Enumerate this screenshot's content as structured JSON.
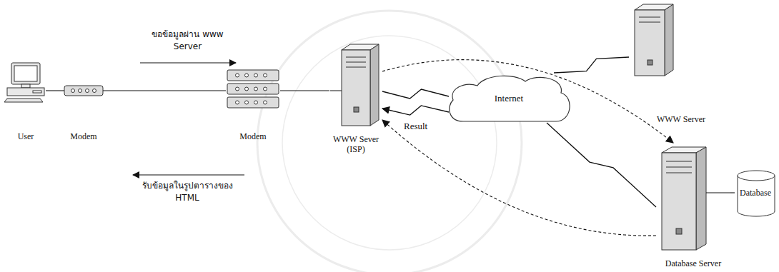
{
  "diagram": {
    "nodes": [
      {
        "text": [
          "User"
        ]
      },
      {
        "text": [
          "Modem"
        ]
      },
      {
        "text": [
          "Modem"
        ]
      },
      {
        "text": [
          "WWW Sever (ISP)"
        ]
      },
      {
        "text": [
          "Internet"
        ]
      },
      {
        "text": [
          "WWW Server"
        ]
      },
      {
        "text": [
          "Database Server"
        ]
      },
      {
        "text": [
          "Database"
        ]
      }
    ],
    "edges": [
      {
        "from": 0,
        "to": 1,
        "arrow": "none"
      },
      {
        "from": 1,
        "to": 2,
        "arrow": "none"
      },
      {
        "from": 2,
        "to": 3,
        "arrow": "none"
      },
      {
        "from": 3,
        "to": 4,
        "arrow": "none"
      },
      {
        "from": 4,
        "to": 3,
        "label": "Result",
        "arrow": "to"
      },
      {
        "from": 4,
        "to": 5,
        "arrow": "none"
      },
      {
        "from": 4,
        "to": 6,
        "arrow": "none"
      },
      {
        "from": 3,
        "to": 6,
        "arrow": "to"
      },
      {
        "from": 6,
        "to": 3,
        "arrow": "to"
      },
      {
        "from": 6,
        "to": 7,
        "arrow": "none"
      }
    ],
    "labels": [
      "ขอข้อมูลผ่าน www Server",
      "รับข้อมูลในรูปตารางของ HTML"
    ]
  }
}
